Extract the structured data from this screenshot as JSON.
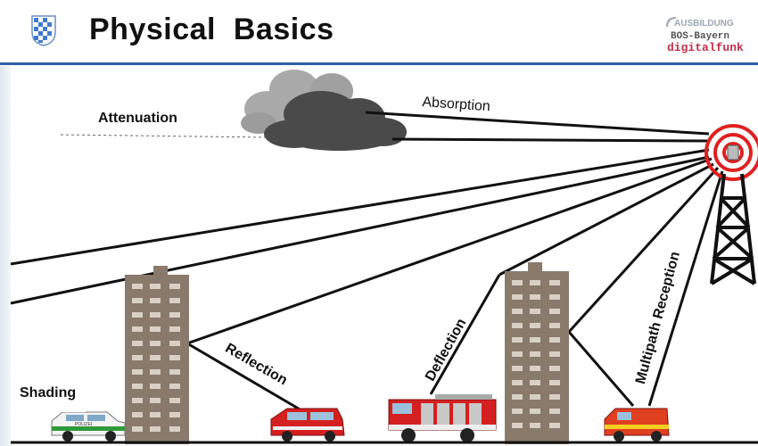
{
  "slide": {
    "title": "Physical  Basics",
    "logo_lines": [
      "AUSBILDUNG",
      "BOS-Bayern",
      "digitalfunk"
    ]
  },
  "labels": {
    "attenuation": "Attenuation",
    "absorption": "Absorption",
    "reflection": "Reflection",
    "deflection": "Deflection",
    "multipath": "Multipath Reception",
    "shading": "Shading"
  },
  "vehicle_text": {
    "police": "POLIZEI"
  },
  "colors": {
    "header_line": "#2f5fa8",
    "building": "#8a7a6c",
    "tower_signal": "#e02020",
    "fire_truck": "#d42020"
  }
}
